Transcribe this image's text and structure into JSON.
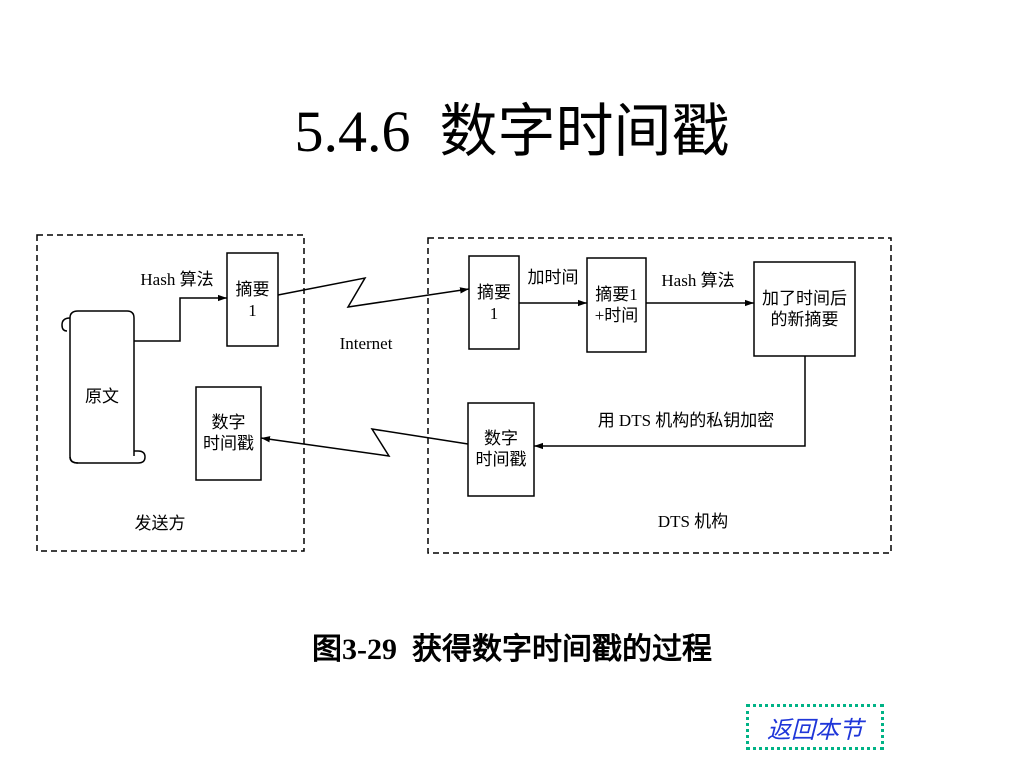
{
  "title": "5.4.6  数字时间戳",
  "diagram": {
    "sender_label": "发送方",
    "original_label": "原文",
    "hash_label_left": "Hash 算法",
    "digest_box_left": "摘要\n1",
    "timestamp_box_left": "数字\n时间戳",
    "internet_label": "Internet",
    "dts_label": "DTS 机构",
    "digest_box_right": "摘要\n1",
    "add_time_label": "加时间",
    "digest_time_box": "摘要1\n+时间",
    "hash_label_right": "Hash 算法",
    "new_digest_box": "加了时间后\n的新摘要",
    "encrypt_label": "用 DTS 机构的私钥加密",
    "timestamp_box_right": "数字\n时间戳"
  },
  "caption": "图3-29  获得数字时间戳的过程",
  "back_button": "返回本节",
  "colors": {
    "back_border": "#00b386",
    "back_text": "#1f36d9"
  }
}
